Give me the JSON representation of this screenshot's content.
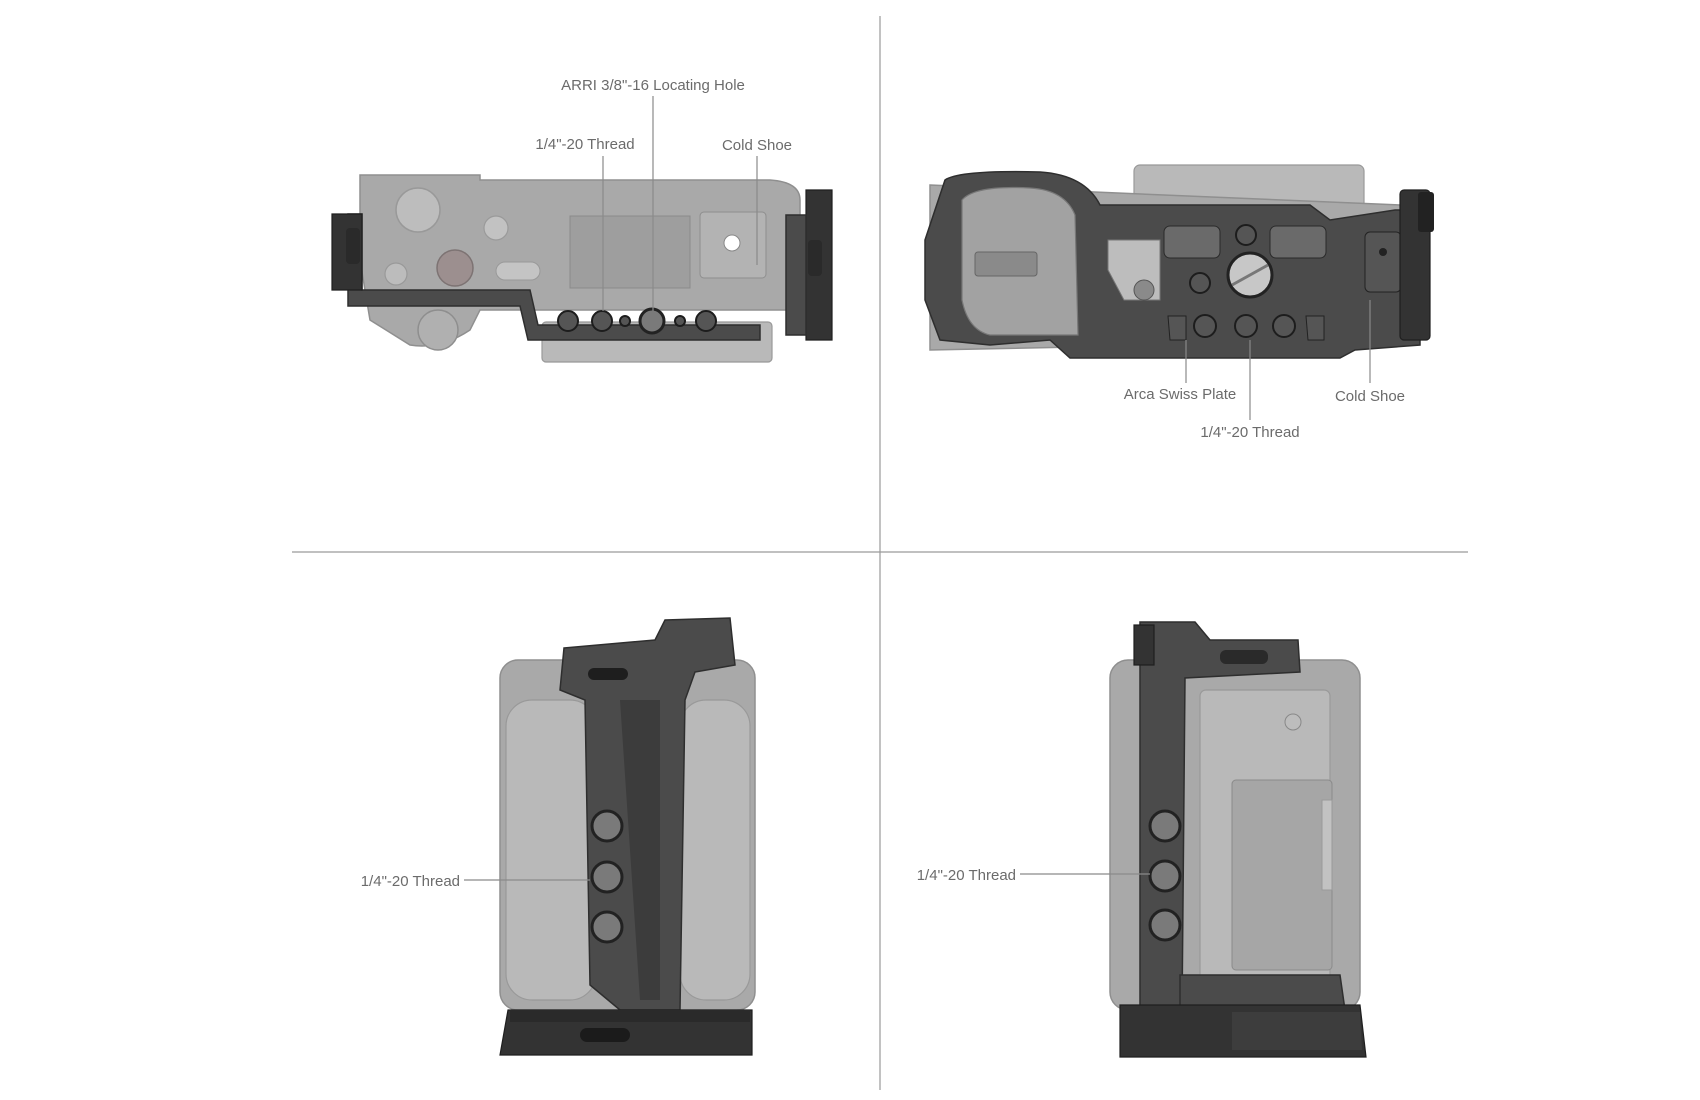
{
  "quadrants": {
    "top_left": {
      "labels": {
        "arri_hole": "ARRI 3/8\"-16 Locating Hole",
        "thread": "1/4\"-20 Thread",
        "cold_shoe": "Cold Shoe"
      }
    },
    "top_right": {
      "labels": {
        "arca_plate": "Arca Swiss Plate",
        "thread": "1/4\"-20 Thread",
        "cold_shoe": "Cold Shoe"
      }
    },
    "bottom_left": {
      "labels": {
        "thread": "1/4\"-20 Thread"
      }
    },
    "bottom_right": {
      "labels": {
        "thread": "1/4\"-20 Thread"
      }
    }
  },
  "colors": {
    "camera_body": "#a9a9a9",
    "cage_metal": "#4b4b4b",
    "label_text": "#6b6b6b"
  }
}
